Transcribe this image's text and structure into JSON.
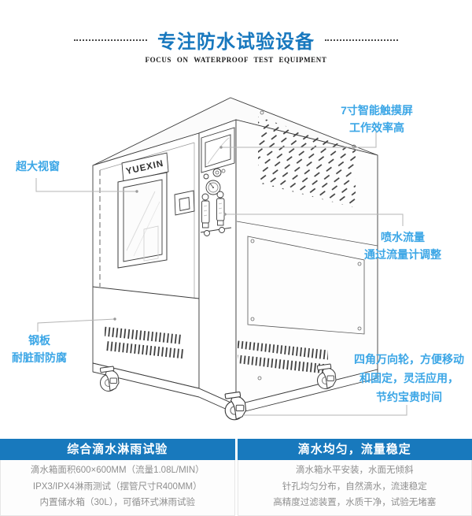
{
  "header": {
    "title": "专注防水试验设备",
    "subtitle": "FOCUS ON WATERPROOF TEST EQUIPMENT"
  },
  "machine": {
    "logo": "YUEXIN"
  },
  "callouts": {
    "touchscreen": {
      "lines": [
        "7寸智能触摸屏",
        "工作效率高"
      ]
    },
    "window": {
      "lines": [
        "超大视窗"
      ]
    },
    "flow": {
      "lines": [
        "喷水流量",
        "通过流量计调整"
      ]
    },
    "steel": {
      "lines": [
        "钢板",
        "耐脏耐防腐"
      ]
    },
    "casters": {
      "lines": [
        "四角万向轮，方便移动",
        "和固定，灵活应用，",
        "节约宝贵时间"
      ]
    }
  },
  "info_table": {
    "columns": [
      {
        "header": "综合滴水淋雨试验",
        "rows": [
          "滴水箱面积600×600MM（流量1.08L/MIN）",
          "IPX3/IPX4淋雨测试（摆管尺寸R400MM）",
          "内置储水箱（30L），可循环式淋雨试验"
        ]
      },
      {
        "header": "滴水均匀，流量稳定",
        "rows": [
          "滴水箱水平安装，水面无倾斜",
          "针孔均匀分布，自然滴水，流速稳定",
          "高精度过滤装置，水质干净，试验无堵塞"
        ]
      }
    ]
  },
  "colors": {
    "title_blue": "#1878BE",
    "callout_blue": "#3BA6E6",
    "header_bar_blue": "#1879BD",
    "body_text_gray": "#8f8f8f"
  }
}
